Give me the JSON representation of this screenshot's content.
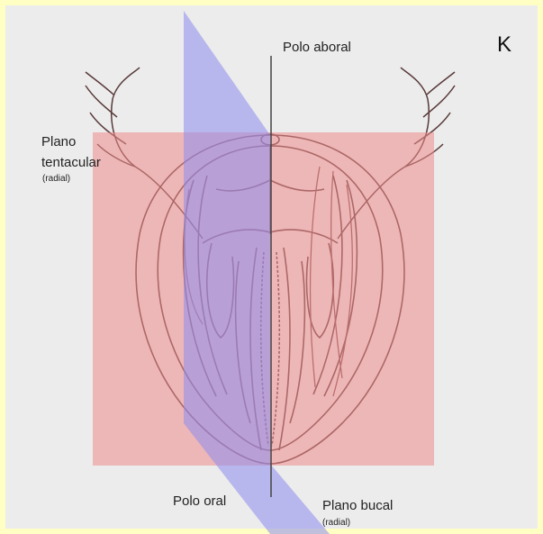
{
  "figure_letter": "K",
  "labels": {
    "polo_aboral": "Polo aboral",
    "polo_oral": "Polo oral",
    "plano_tentacular": "Plano",
    "plano_tentacular_2": "tentacular",
    "plano_tentacular_sub": "(radial)",
    "plano_bucal": "Plano bucal",
    "plano_bucal_sub": "(radial)"
  },
  "colors": {
    "frame": "#ffffc4",
    "background": "#ececec",
    "tentacular_plane": "#f08c8c",
    "bucal_plane": "#8c8cf0",
    "drawing": "#5a3a3a"
  }
}
